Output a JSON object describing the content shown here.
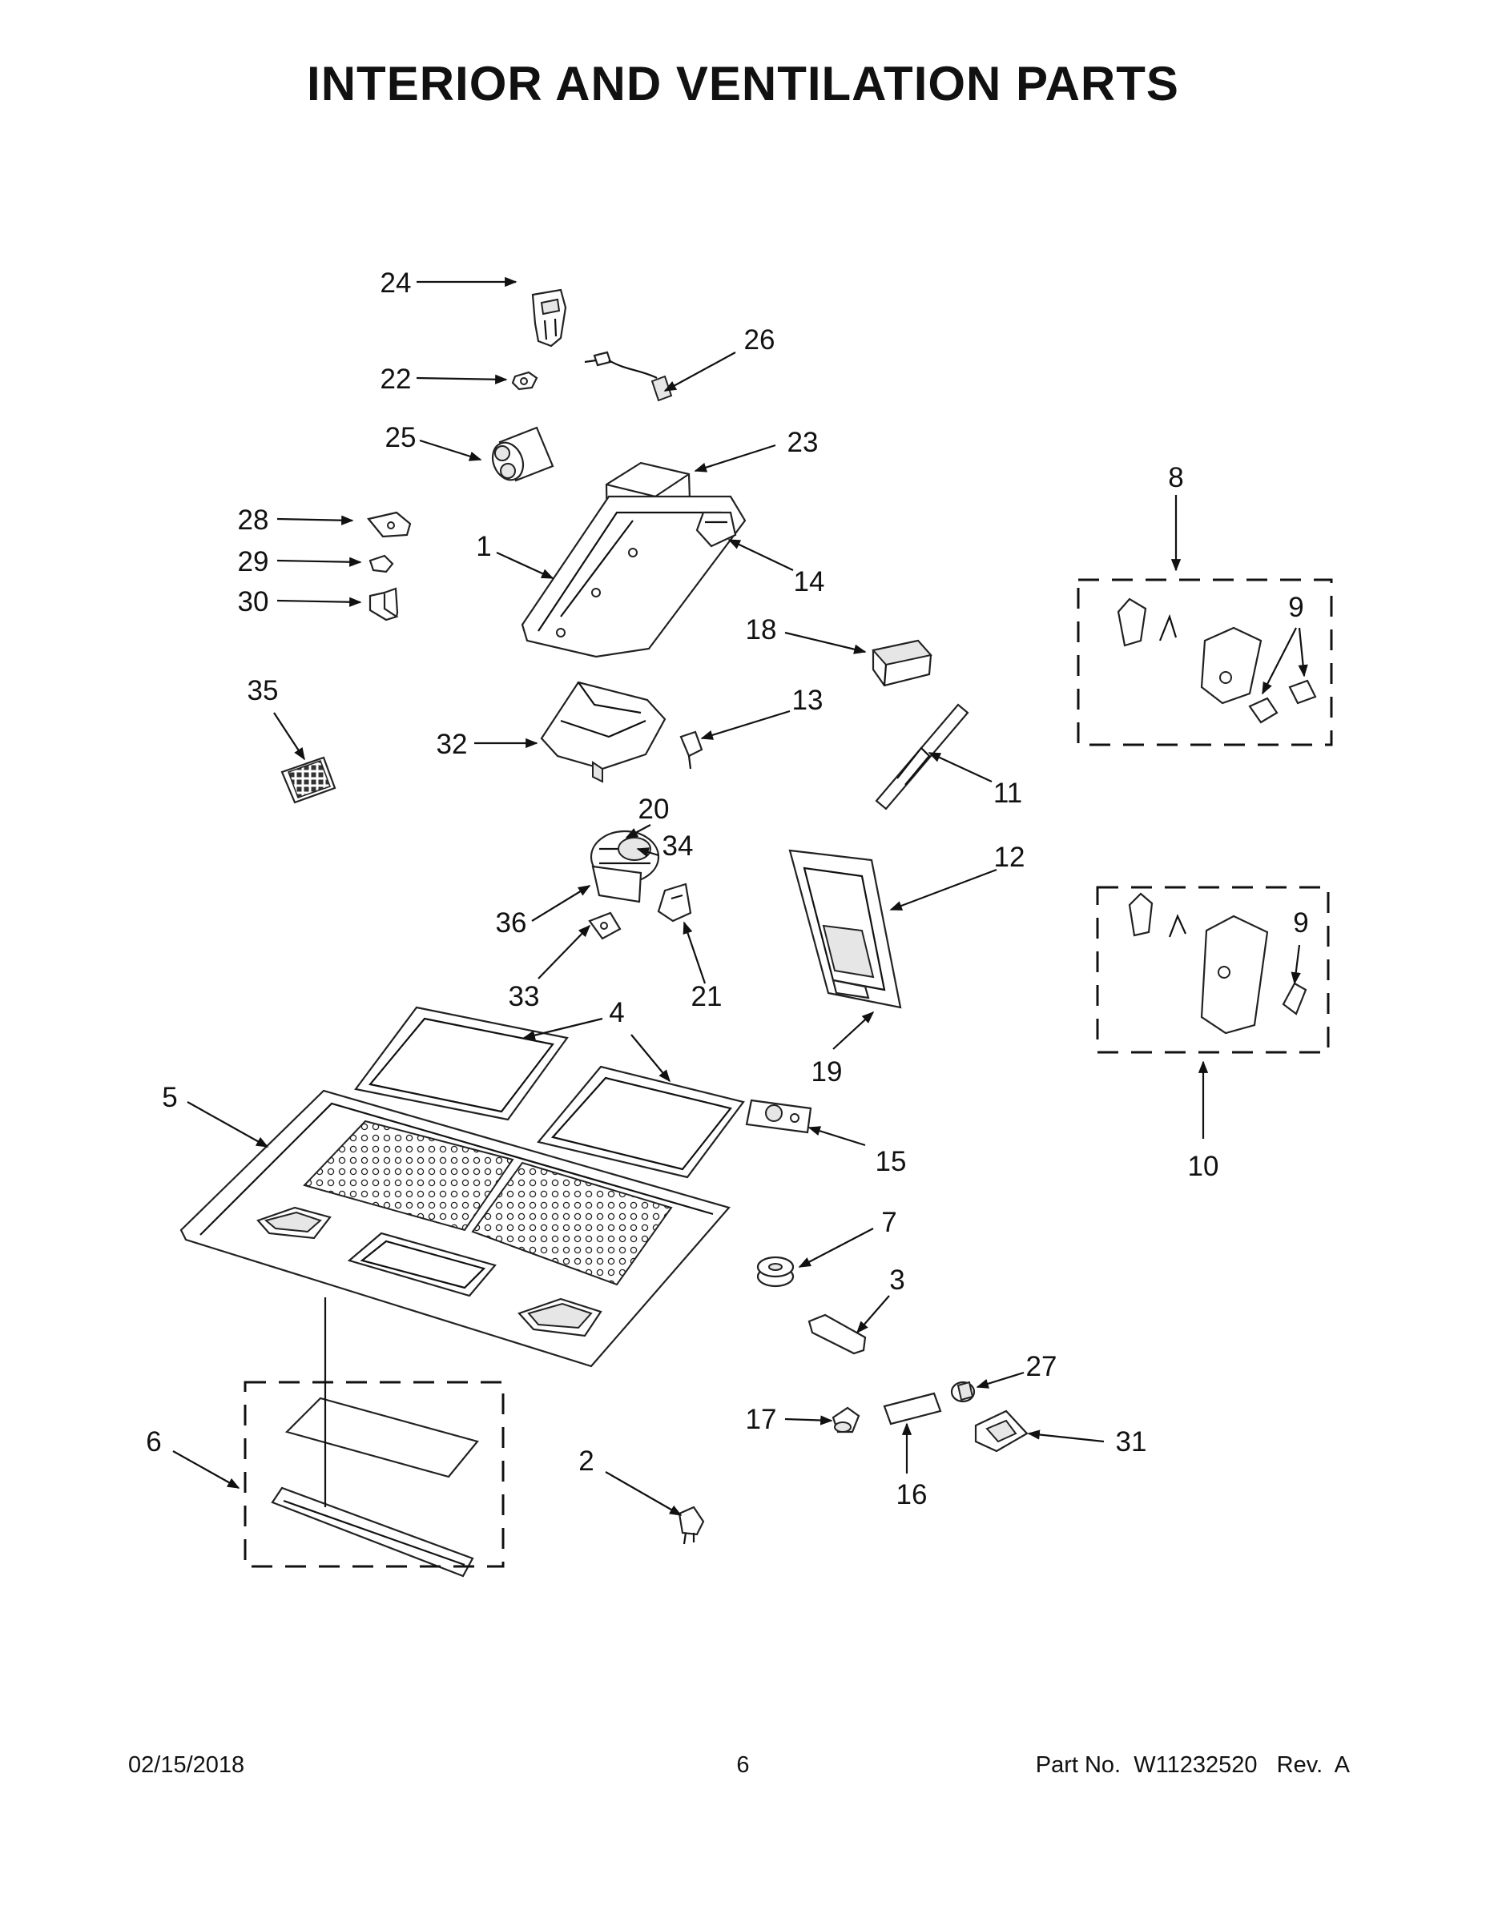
{
  "page": {
    "title": "INTERIOR AND VENTILATION PARTS",
    "footer": {
      "date": "02/15/2018",
      "page_number": "6",
      "part_no_label": "Part No.",
      "part_no": "W11232520",
      "rev_label": "Rev.",
      "rev": "A"
    }
  },
  "callouts": [
    {
      "id": "c24",
      "label": "24",
      "part": "part-24"
    },
    {
      "id": "c26",
      "label": "26",
      "part": "part-26"
    },
    {
      "id": "c22",
      "label": "22",
      "part": "part-22"
    },
    {
      "id": "c25",
      "label": "25",
      "part": "part-25"
    },
    {
      "id": "c23",
      "label": "23",
      "part": "part-23"
    },
    {
      "id": "c28",
      "label": "28",
      "part": "part-28"
    },
    {
      "id": "c1",
      "label": "1",
      "part": "part-1"
    },
    {
      "id": "c29",
      "label": "29",
      "part": "part-29"
    },
    {
      "id": "c14",
      "label": "14",
      "part": "part-14"
    },
    {
      "id": "c30",
      "label": "30",
      "part": "part-30"
    },
    {
      "id": "c8",
      "label": "8",
      "part": "kit-8"
    },
    {
      "id": "c9a",
      "label": "9",
      "part": "part-9"
    },
    {
      "id": "c18",
      "label": "18",
      "part": "part-18"
    },
    {
      "id": "c35",
      "label": "35",
      "part": "part-35"
    },
    {
      "id": "c13",
      "label": "13",
      "part": "part-13"
    },
    {
      "id": "c32",
      "label": "32",
      "part": "part-32"
    },
    {
      "id": "c11",
      "label": "11",
      "part": "part-11"
    },
    {
      "id": "c20",
      "label": "20",
      "part": "part-20"
    },
    {
      "id": "c34",
      "label": "34",
      "part": "part-34"
    },
    {
      "id": "c12",
      "label": "12",
      "part": "part-12"
    },
    {
      "id": "c36",
      "label": "36",
      "part": "part-36"
    },
    {
      "id": "c9b",
      "label": "9",
      "part": "part-9"
    },
    {
      "id": "c33",
      "label": "33",
      "part": "part-33"
    },
    {
      "id": "c21",
      "label": "21",
      "part": "part-21"
    },
    {
      "id": "c4",
      "label": "4",
      "part": "part-4"
    },
    {
      "id": "c19",
      "label": "19",
      "part": "part-19"
    },
    {
      "id": "c5",
      "label": "5",
      "part": "part-5"
    },
    {
      "id": "c15",
      "label": "15",
      "part": "part-15"
    },
    {
      "id": "c10",
      "label": "10",
      "part": "kit-10"
    },
    {
      "id": "c7",
      "label": "7",
      "part": "part-7"
    },
    {
      "id": "c3",
      "label": "3",
      "part": "part-3"
    },
    {
      "id": "c27",
      "label": "27",
      "part": "part-27"
    },
    {
      "id": "c17",
      "label": "17",
      "part": "part-17"
    },
    {
      "id": "c31",
      "label": "31",
      "part": "part-31"
    },
    {
      "id": "c6",
      "label": "6",
      "part": "kit-6"
    },
    {
      "id": "c2",
      "label": "2",
      "part": "part-2"
    },
    {
      "id": "c16",
      "label": "16",
      "part": "part-16"
    }
  ]
}
